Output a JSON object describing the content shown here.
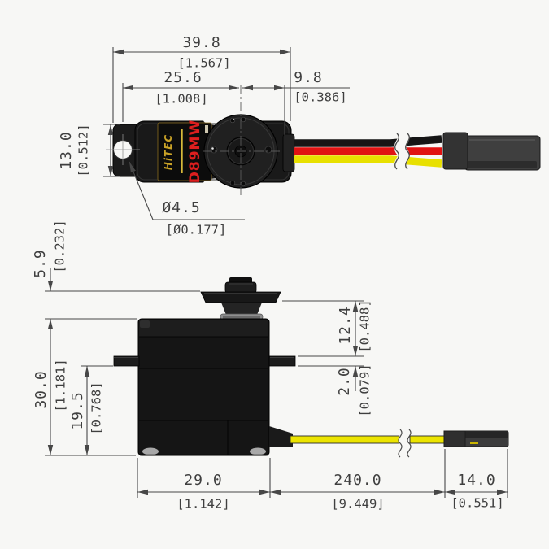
{
  "label": {
    "brand": "HiTEC",
    "model": "D89MW"
  },
  "top_view": {
    "dims": {
      "overall_length": {
        "mm": "39.8",
        "in": "[1.567]"
      },
      "axis_to_case_left": {
        "mm": "25.6",
        "in": "[1.008]"
      },
      "axis_to_case_right": {
        "mm": "9.8",
        "in": "[0.386]"
      },
      "case_width": {
        "mm": "13.0",
        "in": "[0.512]"
      },
      "mount_hole_dia": {
        "mm": "Ø4.5",
        "in": "[Ø0.177]"
      }
    }
  },
  "side_view": {
    "dims": {
      "horn_height": {
        "mm": "5.9",
        "in": "[0.232]"
      },
      "overall_height": {
        "mm": "30.0",
        "in": "[1.181]"
      },
      "tab_to_bottom": {
        "mm": "19.5",
        "in": "[0.768]"
      },
      "horn_to_tab": {
        "mm": "12.4",
        "in": "[0.488]"
      },
      "tab_thickness": {
        "mm": "2.0",
        "in": "[0.079]"
      },
      "case_length": {
        "mm": "29.0",
        "in": "[1.142]"
      },
      "cable_length": {
        "mm": "240.0",
        "in": "[9.449]"
      },
      "connector_length": {
        "mm": "14.0",
        "in": "[0.551]"
      }
    }
  },
  "colors": {
    "background": "#f7f7f5",
    "line": "#474747",
    "wire_black": "#151515",
    "wire_red": "#e01212",
    "wire_yellow": "#e8e000",
    "label_red": "#dd1f1f",
    "label_gold": "#c9a227"
  }
}
